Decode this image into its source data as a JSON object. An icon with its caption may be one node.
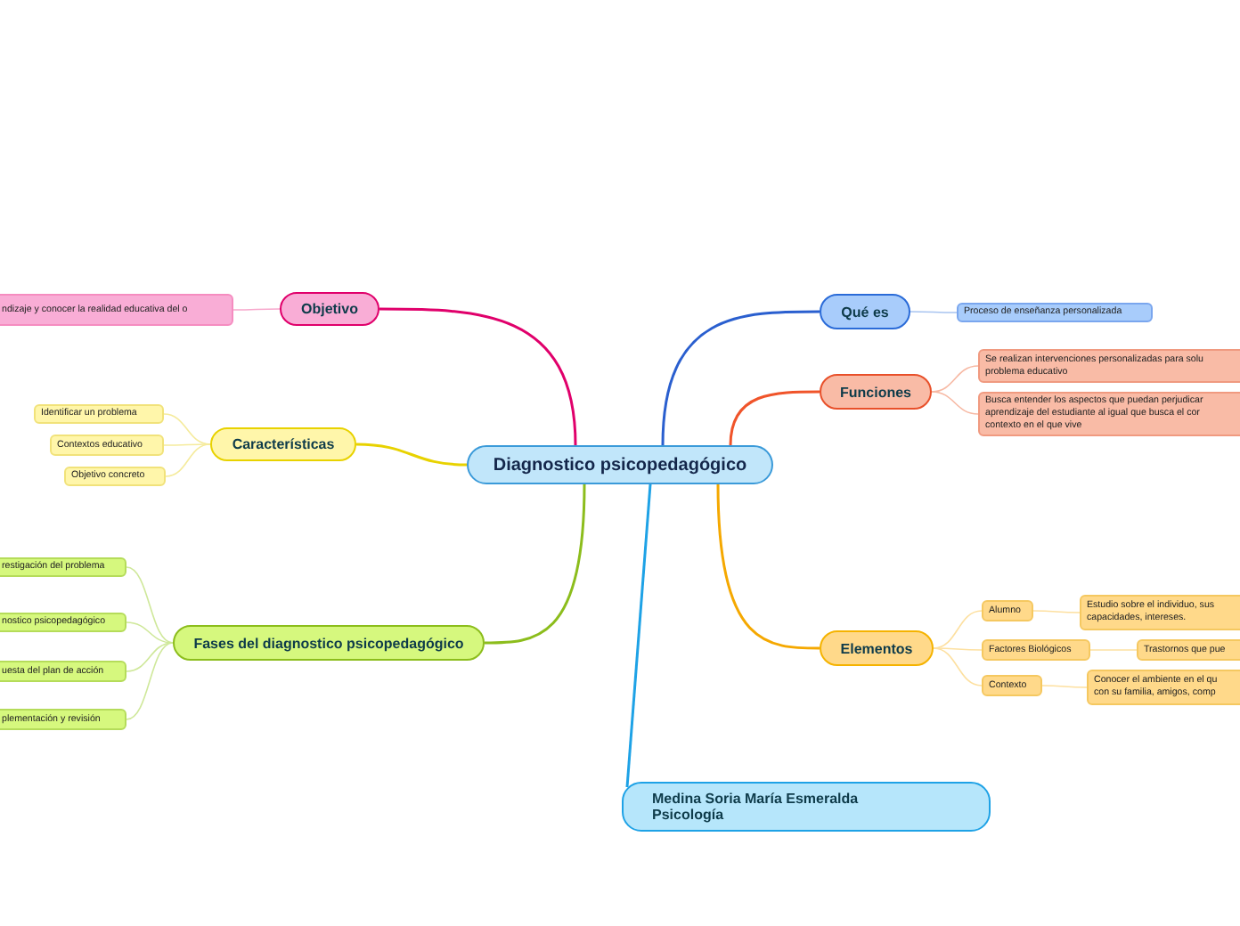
{
  "diagram": {
    "nodes": [
      {
        "text": [
          "Diagnostico psicopedagógico"
        ]
      },
      {
        "text": [
          "Objetivo"
        ]
      },
      {
        "text": [
          "ndizaje y conocer la realidad educativa del o"
        ]
      },
      {
        "text": [
          "Características"
        ]
      },
      {
        "text": [
          "Identificar un problema"
        ]
      },
      {
        "text": [
          "Contextos educativo"
        ]
      },
      {
        "text": [
          "Objetivo concreto"
        ]
      },
      {
        "text": [
          "Fases del diagnostico psicopedagógico"
        ]
      },
      {
        "text": [
          "restigación del problema"
        ]
      },
      {
        "text": [
          "nostico psicopedagógico"
        ]
      },
      {
        "text": [
          "uesta del plan de acción"
        ]
      },
      {
        "text": [
          "plementación y revisión"
        ]
      },
      {
        "text": [
          "Qué es"
        ]
      },
      {
        "text": [
          "Proceso de enseñanza personalizada"
        ]
      },
      {
        "text": [
          "Funciones"
        ]
      },
      {
        "text": [
          "Se realizan intervenciones personalizadas para solu problema educativo"
        ]
      },
      {
        "text": [
          "Busca entender los aspectos que puedan perjudicar aprendizaje del estudiante al igual que busca el cor contexto en el que vive"
        ]
      },
      {
        "text": [
          "Elementos"
        ]
      },
      {
        "text": [
          "Alumno"
        ]
      },
      {
        "text": [
          "Estudio sobre el individuo, sus capacidades, intereses."
        ]
      },
      {
        "text": [
          "Factores Biológicos"
        ]
      },
      {
        "text": [
          "Trastornos que pue"
        ]
      },
      {
        "text": [
          "Contexto"
        ]
      },
      {
        "text": [
          "Conocer el ambiente en el qu con su familia, amigos, comp"
        ]
      },
      {
        "text": [
          "Medina Soria María Esmeralda",
          "Psicología"
        ]
      }
    ],
    "edges": [
      {
        "from": 0,
        "to": 1,
        "arrow": "none",
        "color": "#e0006b"
      },
      {
        "from": 1,
        "to": 2,
        "arrow": "none",
        "color": "#f7a8cc"
      },
      {
        "from": 0,
        "to": 3,
        "arrow": "none",
        "color": "#e8d200"
      },
      {
        "from": 3,
        "to": 4,
        "arrow": "none",
        "color": "#f5eb9c"
      },
      {
        "from": 3,
        "to": 5,
        "arrow": "none",
        "color": "#f5eb9c"
      },
      {
        "from": 3,
        "to": 6,
        "arrow": "none",
        "color": "#f5eb9c"
      },
      {
        "from": 0,
        "to": 7,
        "arrow": "none",
        "color": "#8cbd1c"
      },
      {
        "from": 7,
        "to": 8,
        "arrow": "none",
        "color": "#cfe89a"
      },
      {
        "from": 7,
        "to": 9,
        "arrow": "none",
        "color": "#cfe89a"
      },
      {
        "from": 7,
        "to": 10,
        "arrow": "none",
        "color": "#cfe89a"
      },
      {
        "from": 7,
        "to": 11,
        "arrow": "none",
        "color": "#cfe89a"
      },
      {
        "from": 0,
        "to": 12,
        "arrow": "none",
        "color": "#2a5fcf"
      },
      {
        "from": 12,
        "to": 13,
        "arrow": "none",
        "color": "#a8c4f0"
      },
      {
        "from": 0,
        "to": 14,
        "arrow": "none",
        "color": "#f0542a"
      },
      {
        "from": 14,
        "to": 15,
        "arrow": "none",
        "color": "#f7b9a4"
      },
      {
        "from": 14,
        "to": 16,
        "arrow": "none",
        "color": "#f7b9a4"
      },
      {
        "from": 0,
        "to": 17,
        "arrow": "none",
        "color": "#f5a800"
      },
      {
        "from": 17,
        "to": 18,
        "arrow": "none",
        "color": "#fde0a0"
      },
      {
        "from": 18,
        "to": 19,
        "arrow": "none",
        "color": "#fde0a0"
      },
      {
        "from": 17,
        "to": 20,
        "arrow": "none",
        "color": "#fde0a0"
      },
      {
        "from": 20,
        "to": 21,
        "arrow": "none",
        "color": "#fde0a0"
      },
      {
        "from": 17,
        "to": 22,
        "arrow": "none",
        "color": "#fde0a0"
      },
      {
        "from": 22,
        "to": 23,
        "arrow": "none",
        "color": "#fde0a0"
      },
      {
        "from": 0,
        "to": 24,
        "arrow": "none",
        "color": "#1ea2e6"
      }
    ]
  }
}
